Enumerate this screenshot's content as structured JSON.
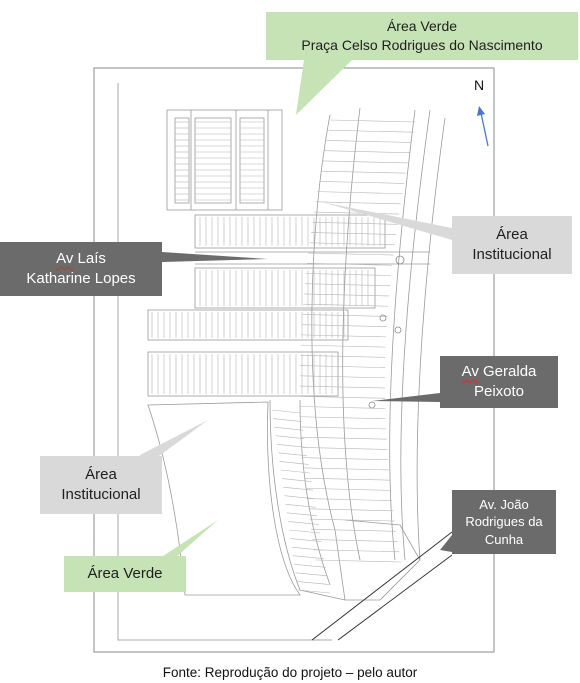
{
  "labels": {
    "green_top": {
      "line1": "Área Verde",
      "line2": "Praça Celso Rodrigues do Nascimento"
    },
    "av_lais": {
      "line1a": "Av",
      "line1b": "Laís",
      "line2": "Katharine Lopes"
    },
    "area_inst_right": {
      "line1": "Área",
      "line2": "Institucional"
    },
    "av_geralda": {
      "line1a": "Av",
      "line1b": "Geralda",
      "line2": "Peixoto"
    },
    "area_inst_left": {
      "line1": "Área",
      "line2": "Institucional"
    },
    "av_joao": {
      "line1": "Av. João",
      "line2": "Rodrigues da",
      "line3": "Cunha"
    },
    "green_bottom": {
      "line1": "Área Verde"
    }
  },
  "north": "N",
  "caption": "Fonte: Reprodução do projeto – pelo autor",
  "colors": {
    "green_label": "#c6e3b5",
    "dark_label": "#6b6b6b",
    "light_label": "#d9d9d9",
    "north_arrow": "#4a78c8",
    "plan_lines": "#9a9a9a"
  }
}
